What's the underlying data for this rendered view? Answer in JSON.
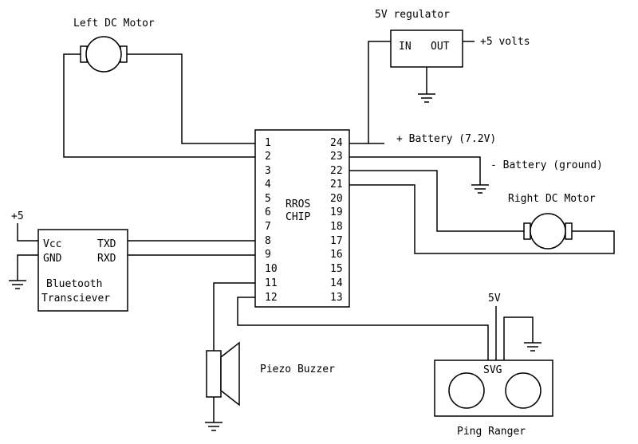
{
  "labels": {
    "left_motor": "Left DC Motor",
    "regulator": "5V regulator",
    "reg_in": "IN",
    "reg_out": "OUT",
    "plus5_volts": "+5 volts",
    "battery_pos": "+ Battery (7.2V)",
    "battery_neg": "- Battery (ground)",
    "right_motor": "Right DC Motor",
    "chip_line1": "RROS",
    "chip_line2": "CHIP",
    "plus5": "+5",
    "vcc": "Vcc",
    "gnd": "GND",
    "txd": "TXD",
    "rxd": "RXD",
    "bt_line1": "Bluetooth",
    "bt_line2": "Transciever",
    "piezo": "Piezo Buzzer",
    "fivev": "5V",
    "svg": "SVG",
    "ping": "Ping Ranger"
  },
  "pins_left": [
    "1",
    "2",
    "3",
    "4",
    "5",
    "6",
    "7",
    "8",
    "9",
    "10",
    "11",
    "12"
  ],
  "pins_right": [
    "24",
    "23",
    "22",
    "21",
    "20",
    "19",
    "18",
    "17",
    "16",
    "15",
    "14",
    "13"
  ]
}
